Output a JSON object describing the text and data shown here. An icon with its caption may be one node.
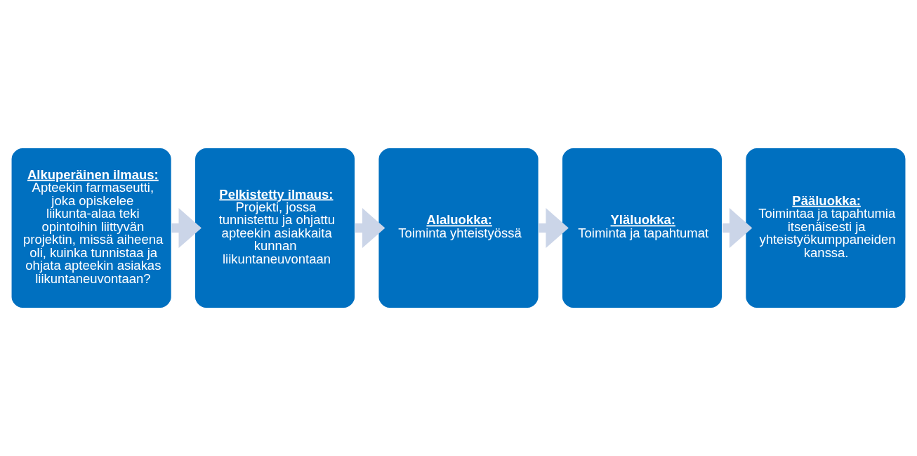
{
  "diagram": {
    "nodes": [
      {
        "text": [
          "Alkuperäinen ilmaus:",
          "Apteekin farmaseutti, joka opiskelee liikunta-alaa teki opintoihin liittyvän projektin, missä aiheena oli, kuinka tunnistaa ja ohjata apteekin asiakas liikuntaneuvontaan?"
        ]
      },
      {
        "text": [
          "Pelkistetty ilmaus:",
          "Projekti, jossa tunnistettu ja ohjattu apteekin asiakkaita kunnan liikuntaneuvontaan"
        ]
      },
      {
        "text": [
          "Alaluokka:",
          "Toiminta yhteistyössä"
        ]
      },
      {
        "text": [
          "Yläluokka:",
          "Toiminta ja tapahtumat"
        ]
      },
      {
        "text": [
          "Pääluokka:",
          "Toimintaa ja tapahtumia itsenäisesti ja yhteistyökumppaneiden kanssa."
        ]
      }
    ],
    "edges": [
      {
        "from": 0,
        "to": 1,
        "arrow": "to"
      },
      {
        "from": 1,
        "to": 2,
        "arrow": "to"
      },
      {
        "from": 2,
        "to": 3,
        "arrow": "to"
      },
      {
        "from": 3,
        "to": 4,
        "arrow": "to"
      }
    ]
  }
}
